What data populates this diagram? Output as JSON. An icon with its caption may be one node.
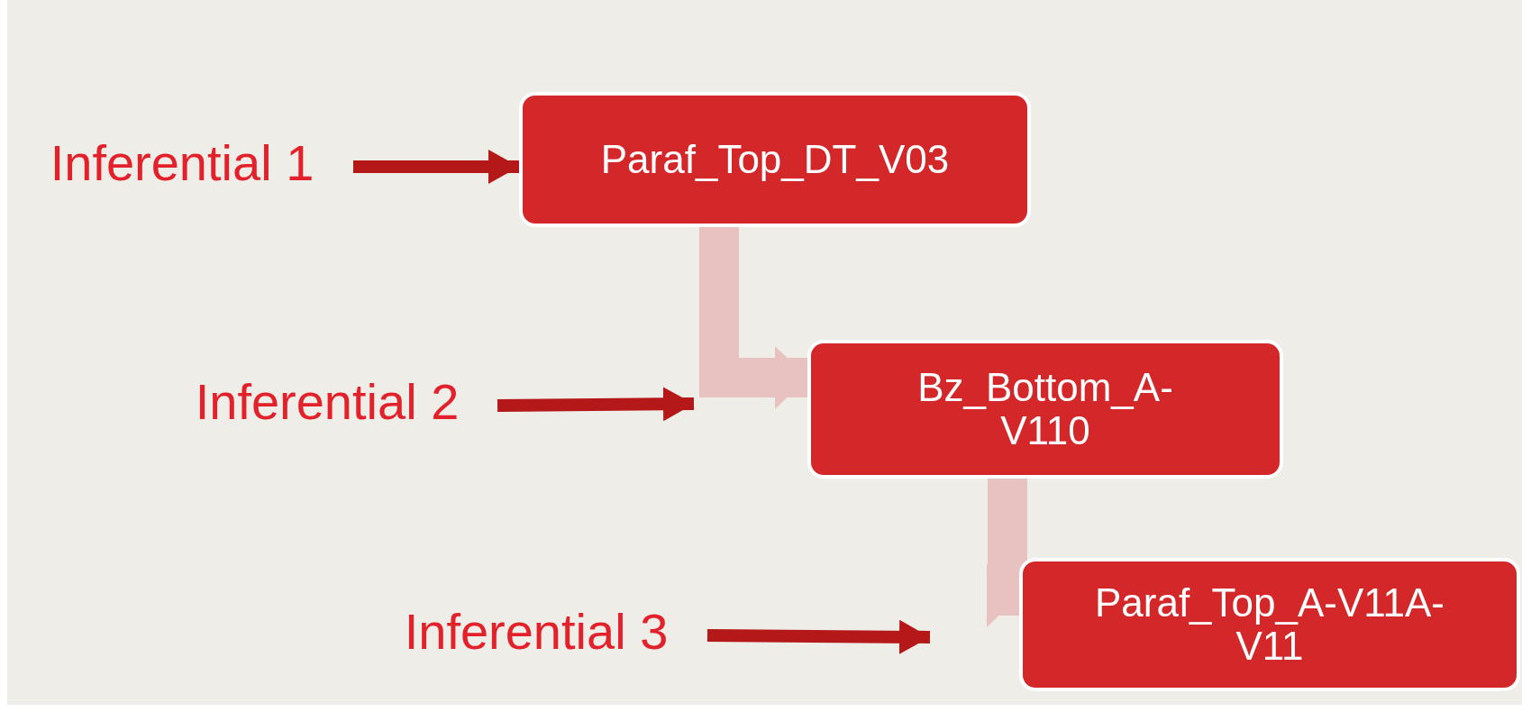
{
  "diagram": {
    "nodes": [
      {
        "text": [
          "Inferential 1"
        ]
      },
      {
        "text": [
          "Paraf_Top_DT_V03"
        ]
      },
      {
        "text": [
          "Inferential 2"
        ]
      },
      {
        "text": [
          "Bz_Bottom_A- V110"
        ]
      },
      {
        "text": [
          "Inferential 3"
        ]
      },
      {
        "text": [
          "Paraf_Top_A-V11A- V11"
        ]
      }
    ],
    "edges": [
      {
        "from": 0,
        "to": 1,
        "arrow": "to"
      },
      {
        "from": 1,
        "to": 3,
        "arrow": "to",
        "style": "thick",
        "color": "#e8c1c1"
      },
      {
        "from": 2,
        "to": null,
        "arrow": "to"
      },
      {
        "from": 3,
        "to": 5,
        "arrow": "to",
        "style": "thick",
        "color": "#e8c1c1"
      },
      {
        "from": 4,
        "to": null,
        "arrow": "to"
      }
    ]
  }
}
